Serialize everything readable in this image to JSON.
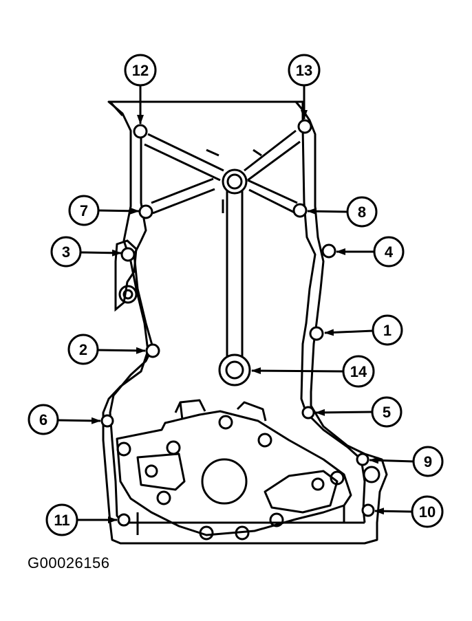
{
  "figure_id": "G00026156",
  "callouts": [
    {
      "label": "1"
    },
    {
      "label": "2"
    },
    {
      "label": "3"
    },
    {
      "label": "4"
    },
    {
      "label": "5"
    },
    {
      "label": "6"
    },
    {
      "label": "7"
    },
    {
      "label": "8"
    },
    {
      "label": "9"
    },
    {
      "label": "10"
    },
    {
      "label": "11"
    },
    {
      "label": "12"
    },
    {
      "label": "13"
    },
    {
      "label": "14"
    }
  ]
}
